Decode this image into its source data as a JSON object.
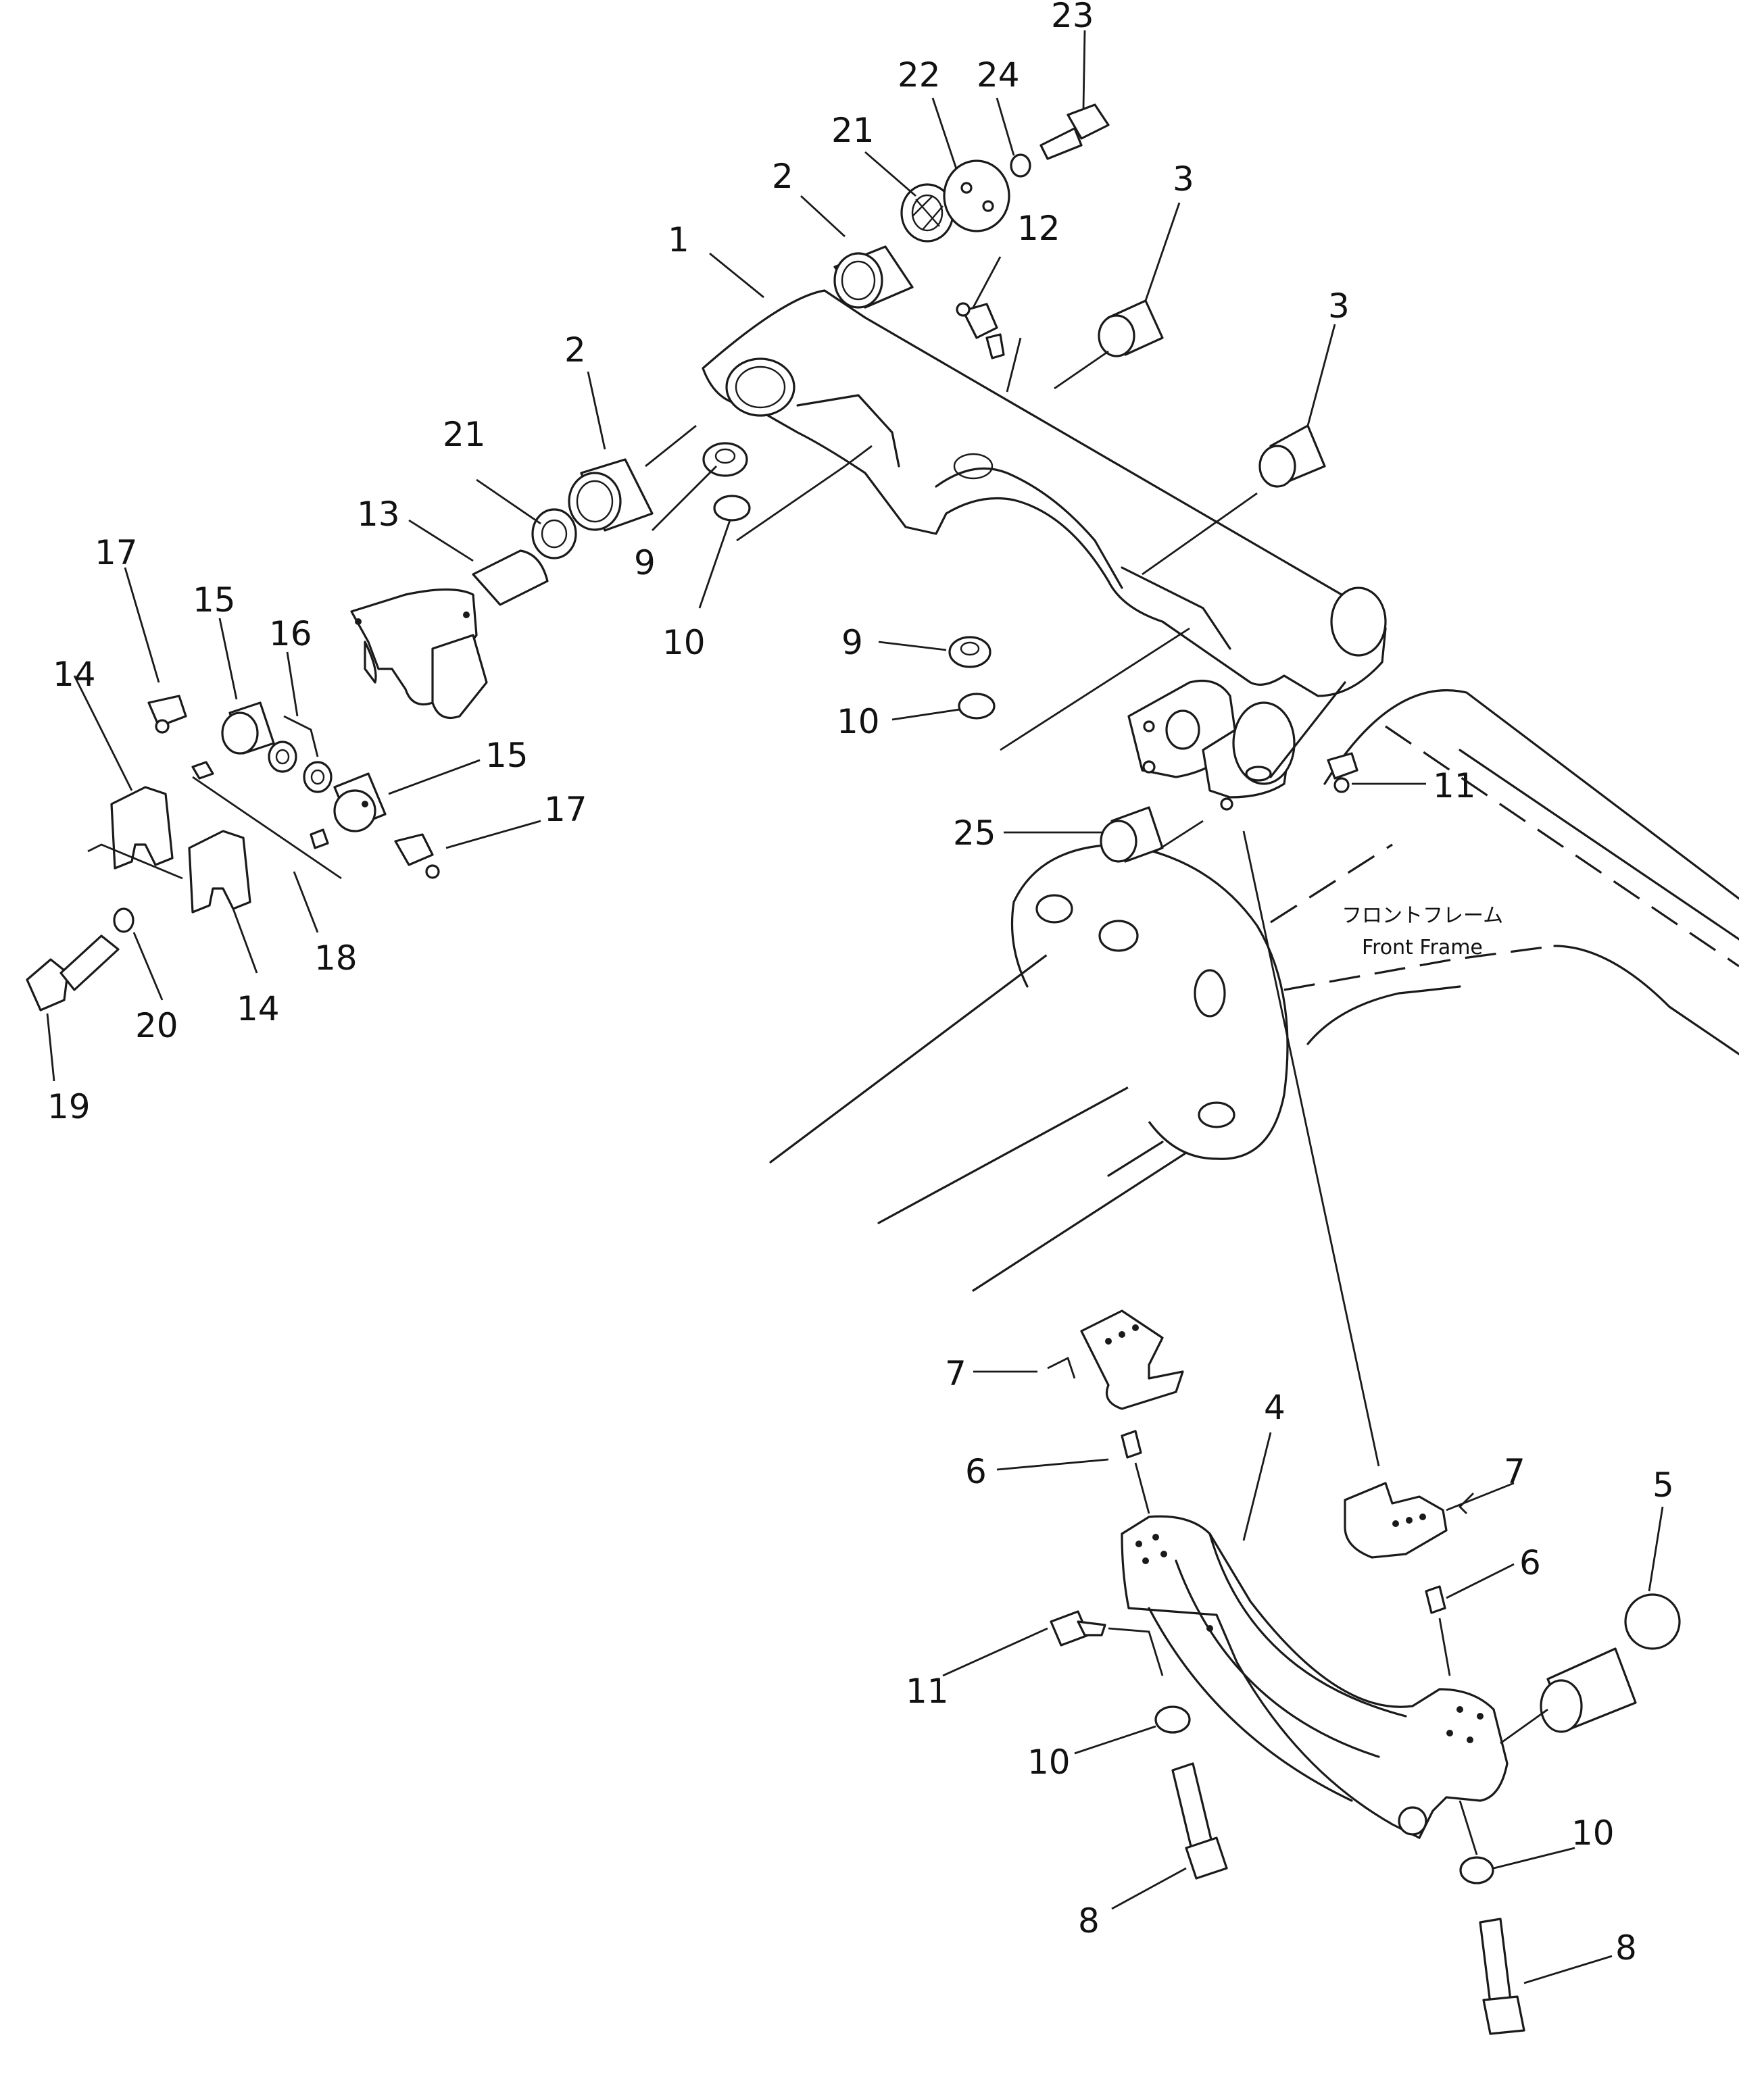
{
  "diagram": {
    "frame_label_jp": "フロントフレーム",
    "frame_label_en": "Front Frame",
    "callouts": [
      "1",
      "2",
      "2",
      "3",
      "3",
      "4",
      "5",
      "6",
      "6",
      "7",
      "7",
      "8",
      "8",
      "9",
      "9",
      "10",
      "10",
      "10",
      "10",
      "11",
      "11",
      "12",
      "13",
      "14",
      "14",
      "15",
      "15",
      "16",
      "17",
      "17",
      "18",
      "19",
      "20",
      "21",
      "21",
      "22",
      "23",
      "24",
      "25"
    ]
  }
}
